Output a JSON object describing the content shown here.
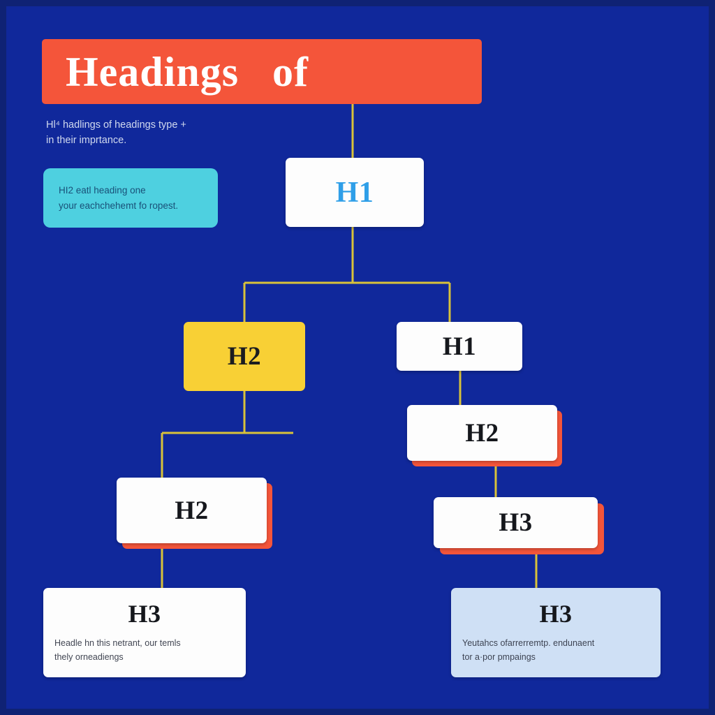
{
  "page": {
    "background_color": "#10289b",
    "frame_color": "#0f2274"
  },
  "title_banner": {
    "text": "Headings   of",
    "background_color": "#f4553a",
    "text_color": "#ffffff"
  },
  "intro": {
    "line1": "Hl⁴ hadlings of headings type +",
    "line2": "in their imprtance."
  },
  "note_box": {
    "background_color": "#4ed0e0",
    "line1": "HI2 eatl heading one",
    "line2": "your eachchehemt fo ropest."
  },
  "connector_color": "#d8c23a",
  "nodes": {
    "h1_main": {
      "label": "H1",
      "text_color": "#2f9fe8",
      "background_color": "#fdfdfd"
    },
    "h2_yellow": {
      "label": "H2",
      "text_color": "#1b1c20",
      "background_color": "#f8d035"
    },
    "h1_right": {
      "label": "H1",
      "text_color": "#15171c",
      "background_color": "#fdfdfd"
    },
    "h2_right": {
      "label": "H2",
      "text_color": "#15171c",
      "background_color": "#fdfdfd",
      "shadow_color": "#f4553a"
    },
    "h2_left": {
      "label": "H2",
      "text_color": "#15171c",
      "background_color": "#fdfdfd",
      "shadow_color": "#f4553a"
    },
    "h3_rightmid": {
      "label": "H3",
      "text_color": "#15171c",
      "background_color": "#fdfdfd",
      "shadow_color": "#f4553a"
    },
    "h3_bottomleft": {
      "label": "H3",
      "background_color": "#fdfdfd",
      "desc_line1": "Headle hn this netrant, our temls",
      "desc_line2": "thely orneadiengs"
    },
    "h3_bottomright": {
      "label": "H3",
      "background_color": "#cfe0f5",
      "desc_line1": "Yeutahcs ofarrerremtp. endunaent",
      "desc_line2": "tor a·por pmpaings"
    }
  }
}
